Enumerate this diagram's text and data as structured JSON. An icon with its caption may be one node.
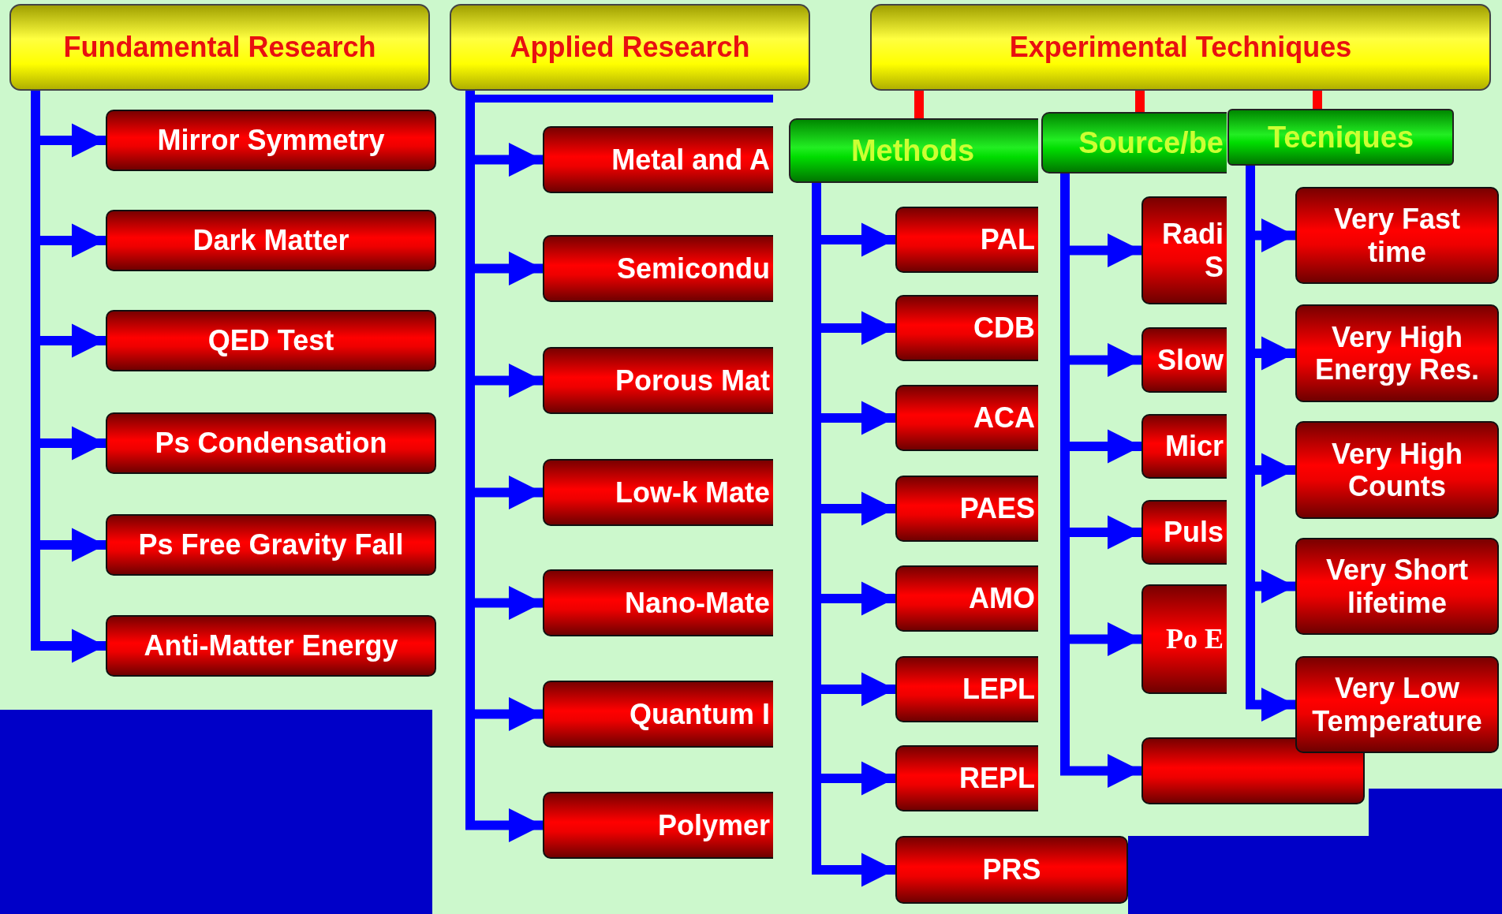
{
  "diagram": {
    "nodes": [
      {
        "text": [
          "Fundamental Research"
        ]
      },
      {
        "text": [
          "Mirror Symmetry"
        ]
      },
      {
        "text": [
          "Dark Matter"
        ]
      },
      {
        "text": [
          "QED Test"
        ]
      },
      {
        "text": [
          "Ps Condensation"
        ]
      },
      {
        "text": [
          "Ps Free Gravity Fall"
        ]
      },
      {
        "text": [
          "Anti-Matter Energy"
        ]
      },
      {
        "text": [
          "Applied Research"
        ]
      },
      {
        "text": [
          "Metal and A"
        ]
      },
      {
        "text": [
          "Semicondu"
        ]
      },
      {
        "text": [
          "Porous Mat"
        ]
      },
      {
        "text": [
          "Low-k Mate"
        ]
      },
      {
        "text": [
          "Nano-Mate"
        ]
      },
      {
        "text": [
          "Quantum I"
        ]
      },
      {
        "text": [
          "Polymer"
        ]
      },
      {
        "text": [
          "Experimental Techniques"
        ]
      },
      {
        "text": [
          "Methods"
        ]
      },
      {
        "text": [
          "PAL"
        ]
      },
      {
        "text": [
          "CDB"
        ]
      },
      {
        "text": [
          "ACA"
        ]
      },
      {
        "text": [
          "PAES"
        ]
      },
      {
        "text": [
          "AMO"
        ]
      },
      {
        "text": [
          "LEPL"
        ]
      },
      {
        "text": [
          "REPL"
        ]
      },
      {
        "text": [
          "PRS"
        ]
      },
      {
        "text": [
          "Source/be"
        ]
      },
      {
        "text": [
          "Radi S"
        ]
      },
      {
        "text": [
          "Slow"
        ]
      },
      {
        "text": [
          "Micr"
        ]
      },
      {
        "text": [
          "Puls"
        ]
      },
      {
        "text": [
          "Po E"
        ]
      },
      {
        "text": [],
        "shape": "box"
      },
      {
        "text": [
          "Tecniques"
        ]
      },
      {
        "text": [
          "Very Fast time"
        ]
      },
      {
        "text": [
          "Very High Energy Res."
        ]
      },
      {
        "text": [
          "Very High Counts"
        ]
      },
      {
        "text": [
          "Very Short lifetime"
        ]
      },
      {
        "text": [
          "Very Low Temperature"
        ]
      }
    ],
    "edges": [
      {
        "from": 0,
        "to": 1,
        "arrow": "to"
      },
      {
        "from": 0,
        "to": 2,
        "arrow": "to"
      },
      {
        "from": 0,
        "to": 3,
        "arrow": "to"
      },
      {
        "from": 0,
        "to": 4,
        "arrow": "to"
      },
      {
        "from": 0,
        "to": 5,
        "arrow": "to"
      },
      {
        "from": 0,
        "to": 6,
        "arrow": "to"
      },
      {
        "from": 7,
        "to": 8,
        "arrow": "to"
      },
      {
        "from": 7,
        "to": 9,
        "arrow": "to"
      },
      {
        "from": 7,
        "to": 10,
        "arrow": "to"
      },
      {
        "from": 7,
        "to": 11,
        "arrow": "to"
      },
      {
        "from": 7,
        "to": 12,
        "arrow": "to"
      },
      {
        "from": 7,
        "to": 13,
        "arrow": "to"
      },
      {
        "from": 7,
        "to": 14,
        "arrow": "to"
      },
      {
        "from": 15,
        "to": 16,
        "arrow": "none",
        "color": "#ff0000"
      },
      {
        "from": 15,
        "to": 25,
        "arrow": "none",
        "color": "#ff0000"
      },
      {
        "from": 15,
        "to": 32,
        "arrow": "none",
        "color": "#ff0000"
      },
      {
        "from": 16,
        "to": 17,
        "arrow": "to"
      },
      {
        "from": 16,
        "to": 18,
        "arrow": "to"
      },
      {
        "from": 16,
        "to": 19,
        "arrow": "to"
      },
      {
        "from": 16,
        "to": 20,
        "arrow": "to"
      },
      {
        "from": 16,
        "to": 21,
        "arrow": "to"
      },
      {
        "from": 16,
        "to": 22,
        "arrow": "to"
      },
      {
        "from": 16,
        "to": 23,
        "arrow": "to"
      },
      {
        "from": 16,
        "to": 24,
        "arrow": "to"
      },
      {
        "from": 25,
        "to": 26,
        "arrow": "to"
      },
      {
        "from": 25,
        "to": 27,
        "arrow": "to"
      },
      {
        "from": 25,
        "to": 28,
        "arrow": "to"
      },
      {
        "from": 25,
        "to": 29,
        "arrow": "to"
      },
      {
        "from": 25,
        "to": 30,
        "arrow": "to"
      },
      {
        "from": 25,
        "to": 31,
        "arrow": "to"
      },
      {
        "from": 32,
        "to": 33,
        "arrow": "to"
      },
      {
        "from": 32,
        "to": 34,
        "arrow": "to"
      },
      {
        "from": 32,
        "to": 35,
        "arrow": "to"
      },
      {
        "from": 32,
        "to": 36,
        "arrow": "to"
      },
      {
        "from": 32,
        "to": 37,
        "arrow": "to"
      }
    ]
  }
}
